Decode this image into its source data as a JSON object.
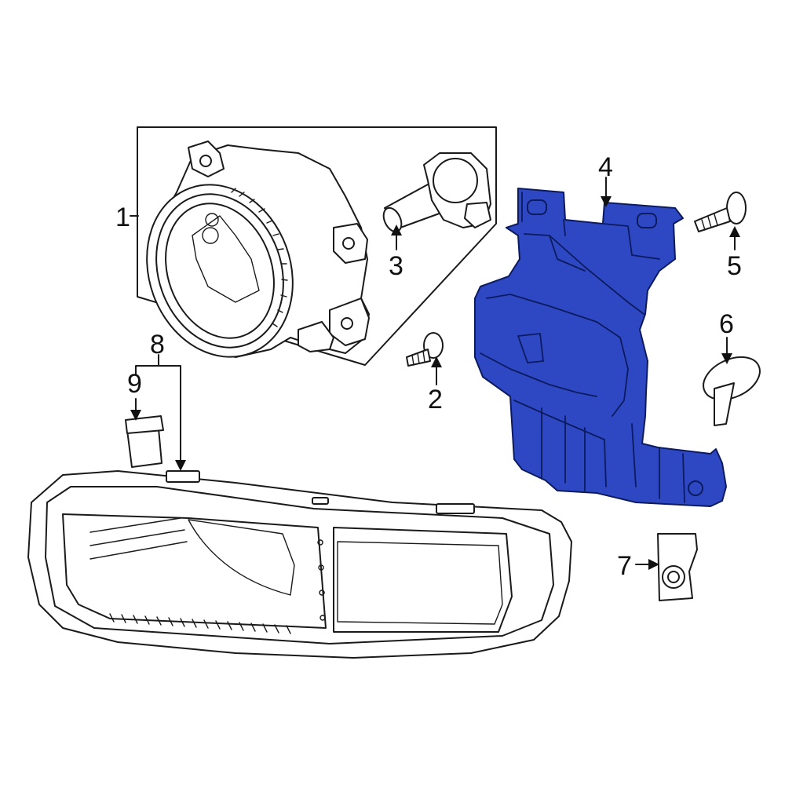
{
  "diagram": {
    "callouts": [
      "1",
      "2",
      "3",
      "4",
      "5",
      "6",
      "7",
      "8",
      "9"
    ],
    "highlight_color": "#2e48c4",
    "line_color": "#1a1a1a",
    "background": "#ffffff"
  }
}
